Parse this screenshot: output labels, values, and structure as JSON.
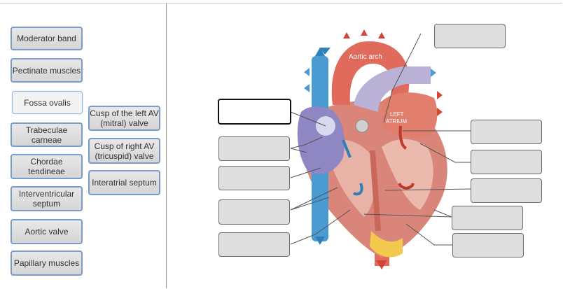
{
  "word_bank": [
    {
      "id": "moderator-band",
      "label": "Moderator band"
    },
    {
      "id": "pectinate-muscles",
      "label": "Pectinate muscles"
    },
    {
      "id": "fossa-ovalis",
      "label": "Fossa ovalis"
    },
    {
      "id": "trabeculae-carneae",
      "label": "Trabeculae carneae"
    },
    {
      "id": "chordae-tendineae",
      "label": "Chordae tendineae"
    },
    {
      "id": "interventricular-septum",
      "label": "Interventricular septum"
    },
    {
      "id": "aortic-valve",
      "label": "Aortic valve"
    },
    {
      "id": "papillary-muscles",
      "label": "Papillary muscles"
    },
    {
      "id": "cusp-left-av",
      "label": "Cusp of the left AV (mitral) valve"
    },
    {
      "id": "cusp-right-av",
      "label": "Cusp of right AV (tricuspid) valve"
    },
    {
      "id": "interatrial-septum",
      "label": "Interatrial septum"
    }
  ],
  "diagram": {
    "aortic_arch_label": "Aortic arch",
    "left_atrium_label_line1": "LEFT",
    "left_atrium_label_line2": "ATRIUM"
  },
  "drop_targets": {
    "left": [
      "",
      "",
      "",
      "",
      ""
    ],
    "right": [
      "",
      "",
      "",
      "",
      "",
      ""
    ]
  },
  "colors": {
    "chip_border": "#7a9cc9",
    "slot_fill": "#dedede",
    "leader_line": "#555555",
    "vessel_blue": "#4a9bd2",
    "vessel_red": "#e06a5c",
    "muscle": "#d9857a"
  }
}
